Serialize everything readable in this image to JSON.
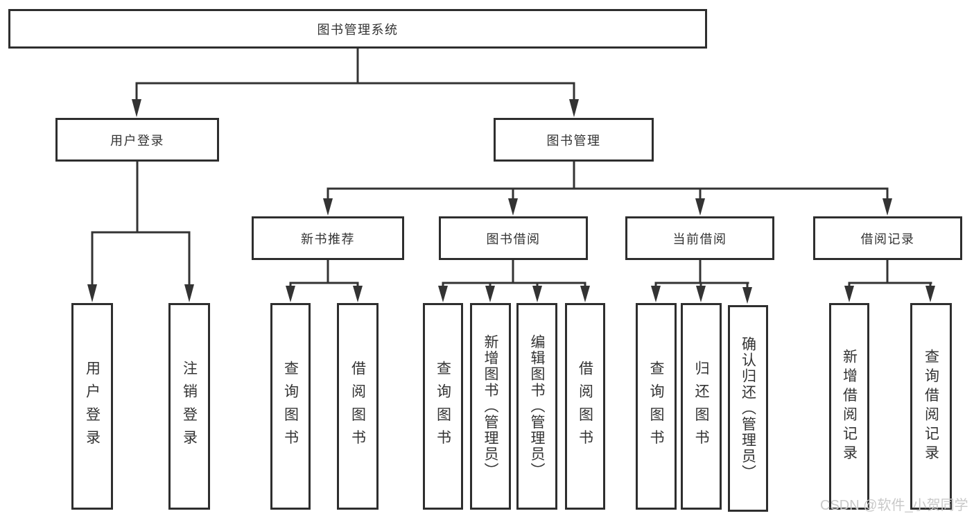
{
  "diagram": {
    "root": {
      "label": "图书管理系统"
    },
    "level2": [
      {
        "label": "用户登录"
      },
      {
        "label": "图书管理"
      }
    ],
    "level3": [
      {
        "label": "新书推荐"
      },
      {
        "label": "图书借阅"
      },
      {
        "label": "当前借阅"
      },
      {
        "label": "借阅记录"
      }
    ],
    "leaves": [
      {
        "label": "用户登录"
      },
      {
        "label": "注销登录"
      },
      {
        "label": "查询图书"
      },
      {
        "label": "借阅图书"
      },
      {
        "label": "查询图书"
      },
      {
        "label": "新增图书（管理员）"
      },
      {
        "label": "编辑图书（管理员）"
      },
      {
        "label": "借阅图书"
      },
      {
        "label": "查询图书"
      },
      {
        "label": "归还图书"
      },
      {
        "label": "确认归还（管理员）"
      },
      {
        "label": "新增借阅记录"
      },
      {
        "label": "查询借阅记录"
      }
    ],
    "watermark": "CSDN @软件_小贺同学",
    "colors": {
      "line": "#333333",
      "border": "#2e2e2e",
      "text": "#333333",
      "watermark": "#c9c9c9",
      "background": "#ffffff"
    }
  }
}
